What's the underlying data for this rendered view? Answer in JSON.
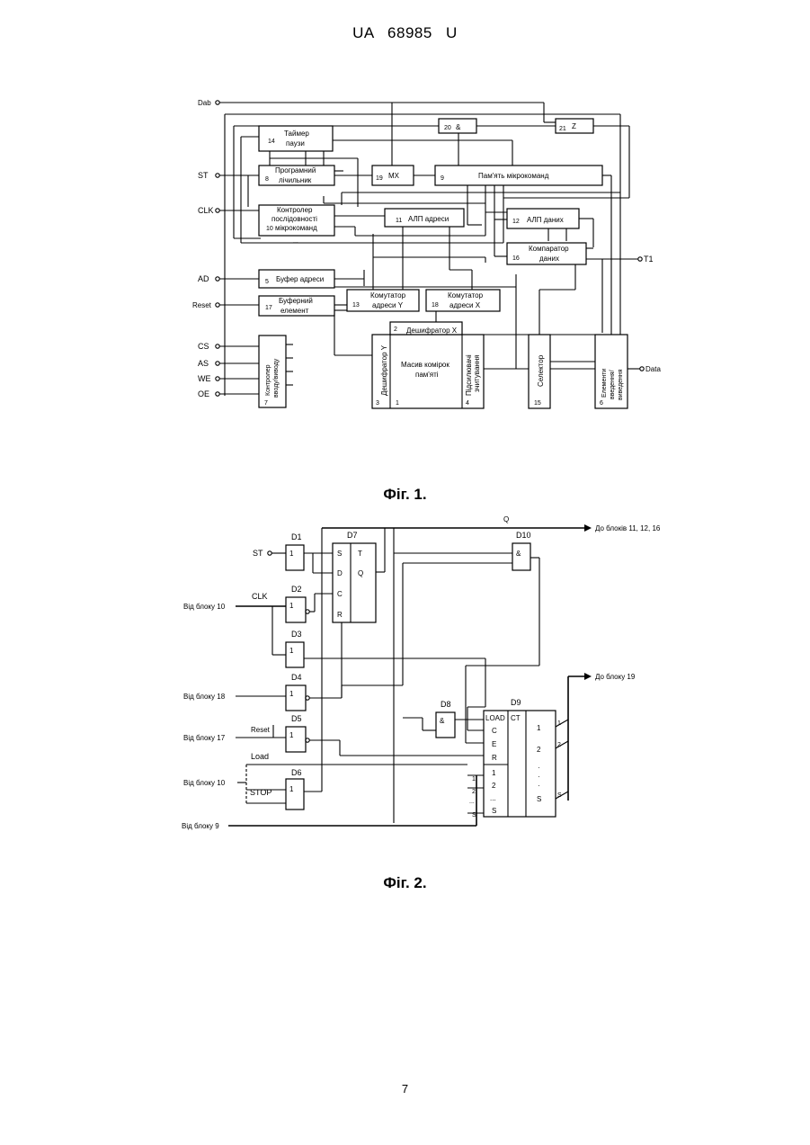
{
  "header": {
    "text": "UA   68985   U"
  },
  "fig1": {
    "caption": "Фіг. 1.",
    "inputs": [
      "Dab",
      "ST",
      "CLK",
      "AD",
      "Reset",
      "CS",
      "AS",
      "WE",
      "OE"
    ],
    "outputs": [
      "T1",
      "Data"
    ],
    "blocks": {
      "b14": {
        "num": "14",
        "label1": "Таймер",
        "label2": "паузи"
      },
      "b8": {
        "num": "8",
        "label1": "Програмний",
        "label2": "лічильник"
      },
      "b10": {
        "num": "10",
        "label1": "Контролер",
        "label2": "послідовності",
        "label3": "мікрокоманд"
      },
      "b20": {
        "num": "20",
        "label1": "&"
      },
      "b21": {
        "num": "21",
        "label1": "Z"
      },
      "b19": {
        "num": "19",
        "label1": "MX"
      },
      "b9": {
        "num": "9",
        "label1": "Пам'ять мікрокоманд"
      },
      "b11": {
        "num": "11",
        "label1": "АЛП адреси"
      },
      "b12": {
        "num": "12",
        "label1": "АЛП даних"
      },
      "b16": {
        "num": "16",
        "label1": "Компаратор",
        "label2": "даних"
      },
      "b5": {
        "num": "5",
        "label1": "Буфер адреси"
      },
      "b17": {
        "num": "17",
        "label1": "Буферний",
        "label2": "елемент"
      },
      "b13": {
        "num": "13",
        "label1": "Комутатор",
        "label2": "адреси Y"
      },
      "b18": {
        "num": "18",
        "label1": "Комутатор",
        "label2": "адреси X"
      },
      "b2": {
        "num": "2",
        "label1": "Дешифратор X"
      },
      "b3": {
        "num": "3",
        "label1": "Дешифратор Y"
      },
      "b1": {
        "num": "1",
        "label1": "Масив комірок",
        "label2": "пам'яті"
      },
      "b4": {
        "num": "4",
        "label1": "Підсилювачі",
        "label2": "зчитування"
      },
      "b15": {
        "num": "15",
        "label1": "Селектор"
      },
      "b6": {
        "num": "6",
        "label1": "Елементи",
        "label2": "введення/",
        "label3": "виведення"
      },
      "b7": {
        "num": "7",
        "label1": "Контролер",
        "label2": "вводу/виводу"
      },
      "dots": "..."
    }
  },
  "fig2": {
    "caption": "Фіг. 2.",
    "signals": {
      "st": "ST",
      "clk": "CLK",
      "reset": "Reset",
      "load": "Load",
      "stop": "STOP",
      "q": "Q"
    },
    "sources": {
      "from10a": "Від блоку 10",
      "from18": "Від блоку 18",
      "from17": "Від блоку 17",
      "from10b": "Від блоку 10",
      "from9": "Від блоку 9"
    },
    "destinations": {
      "to111216": "До блоків 11, 12, 16",
      "to19": "До блоку 19"
    },
    "gates": {
      "d1": {
        "name": "D1",
        "fn": "1"
      },
      "d2": {
        "name": "D2",
        "fn": "1"
      },
      "d3": {
        "name": "D3",
        "fn": "1"
      },
      "d4": {
        "name": "D4",
        "fn": "1"
      },
      "d5": {
        "name": "D5",
        "fn": "1"
      },
      "d6": {
        "name": "D6",
        "fn": "1"
      },
      "d7": {
        "name": "D7",
        "s": "S",
        "d": "D",
        "c": "C",
        "r": "R",
        "t": "T",
        "q": "Q"
      },
      "d8": {
        "name": "D8",
        "fn": "&"
      },
      "d10": {
        "name": "D10",
        "fn": "&"
      },
      "d9": {
        "name": "D9",
        "load": "LOAD",
        "c": "C",
        "e": "E",
        "r": "R",
        "ct": "CT",
        "in1": "1",
        "in2": "2",
        "indots": "...",
        "ins": "S",
        "out1": "1",
        "out2": "2",
        "outdots": "·",
        "outs": "S"
      }
    },
    "busMarks": {
      "a1": "1",
      "a2": "2",
      "adots": "...",
      "as": "S",
      "b1": "1",
      "b2": "2",
      "bs": "S"
    }
  },
  "page_number": "7"
}
